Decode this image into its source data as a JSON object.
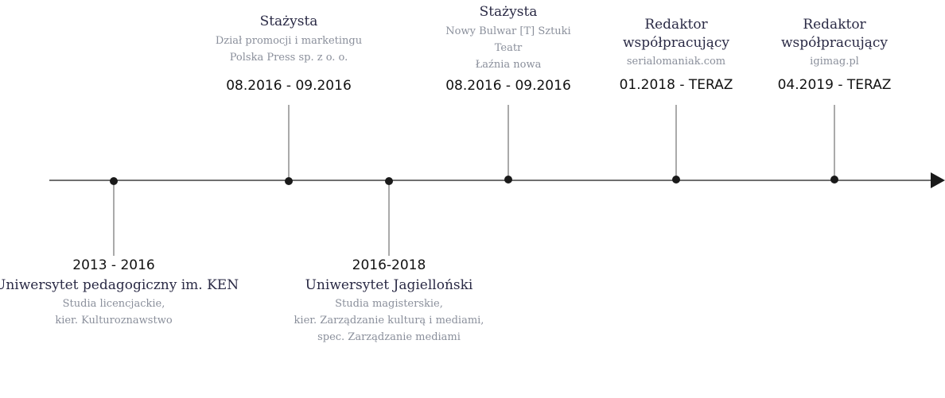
{
  "colors": {
    "line": "#1a1a1a",
    "title": "#2a2a45",
    "date": "#111111",
    "sub": "#8a8f9b"
  },
  "above": [
    {
      "title": "Stażysta",
      "lines": [
        "Dział promocji i marketingu",
        "Polska Press sp. z o. o."
      ],
      "date": "08.2016 - 09.2016"
    },
    {
      "title": "Stażysta",
      "lines": [
        "Nowy Bulwar [T] Sztuki",
        "Teatr",
        "Łaźnia nowa"
      ],
      "date": "08.2016 - 09.2016"
    },
    {
      "title_lines": [
        "Redaktor",
        "współpracujący"
      ],
      "lines": [
        "serialomaniak.com"
      ],
      "date": "01.2018 - TERAZ"
    },
    {
      "title_lines": [
        "Redaktor",
        "współpracujący"
      ],
      "lines": [
        "igimag.pl"
      ],
      "date": "04.2019 - TERAZ"
    }
  ],
  "below": [
    {
      "date": "2013 - 2016",
      "title": "Uniwersytet pedagogiczny im. KEN",
      "lines": [
        "Studia licencjackie,",
        "kier. Kulturoznawstwo"
      ]
    },
    {
      "date": "2016-2018",
      "title": "Uniwersytet Jagielloński",
      "lines": [
        "Studia magisterskie,",
        "kier. Zarządzanie kulturą i mediami,",
        "spec. Zarządzanie mediami"
      ]
    }
  ]
}
